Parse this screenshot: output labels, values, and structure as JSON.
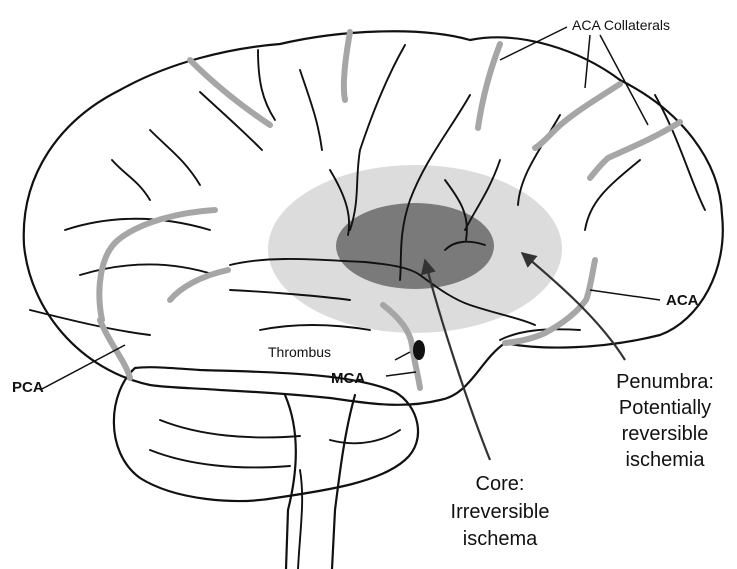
{
  "colors": {
    "penumbra": "#dcdcdc",
    "core": "#7a7a7a",
    "vessel": "#a6a6a6",
    "thrombus": "#111111",
    "line": "#111111"
  },
  "labels": {
    "aca_collaterals": "ACA Collaterals",
    "aca": "ACA",
    "pca": "PCA",
    "mca": "MCA",
    "thrombus": "Thrombus",
    "core": [
      "Core:",
      "Irreversible",
      "ischema"
    ],
    "penumbra": [
      "Penumbra:",
      "Potentially",
      "reversible",
      "ischemia"
    ]
  }
}
